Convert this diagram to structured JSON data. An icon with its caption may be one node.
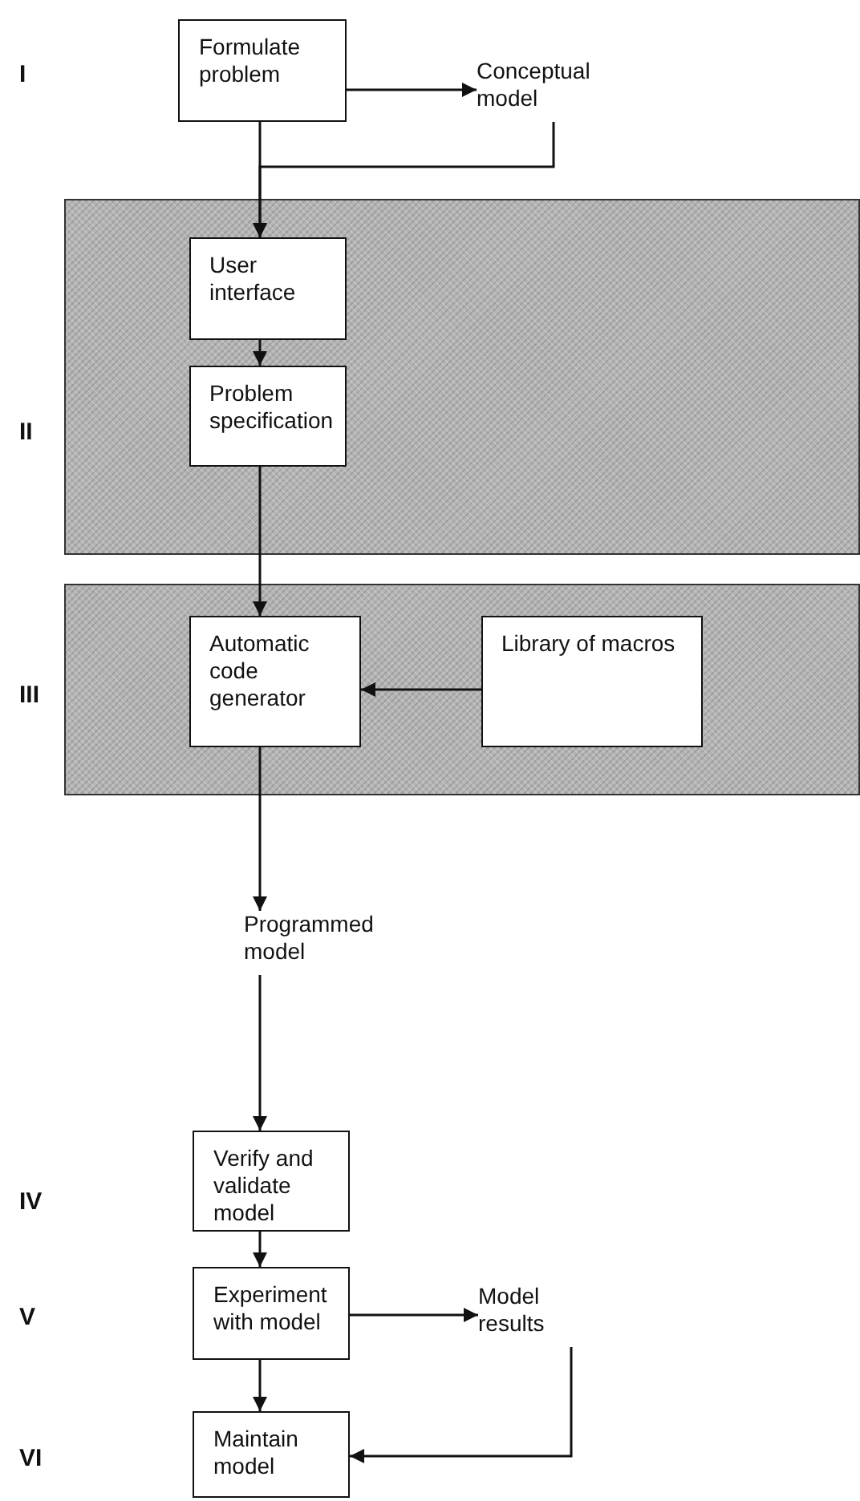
{
  "diagram": {
    "nodes": [
      {
        "text": [
          "Formulate problem"
        ]
      },
      {
        "text": [
          "Conceptual model"
        ]
      },
      {
        "text": [],
        "shape": "box"
      },
      {
        "text": [
          "User interface"
        ],
        "in": 2
      },
      {
        "text": [
          "Problem specification"
        ],
        "in": 2
      },
      {
        "text": [],
        "shape": "box"
      },
      {
        "text": [
          "Automatic code generator"
        ],
        "in": 5
      },
      {
        "text": [
          "Library of macros"
        ],
        "in": 5
      },
      {
        "text": [
          "Programmed model"
        ]
      },
      {
        "text": [
          "Verify and validate model"
        ]
      },
      {
        "text": [
          "Experiment with model"
        ]
      },
      {
        "text": [
          "Model results"
        ]
      },
      {
        "text": [
          "Maintain model"
        ]
      }
    ],
    "edges": [
      {
        "from": 0,
        "to": 1,
        "arrow": "to"
      },
      {
        "from": 0,
        "to": 3,
        "arrow": "to"
      },
      {
        "from": 1,
        "to": 3,
        "arrow": "to"
      },
      {
        "from": 3,
        "to": 4,
        "arrow": "to"
      },
      {
        "from": 4,
        "to": 6,
        "arrow": "to"
      },
      {
        "from": 7,
        "to": 6,
        "arrow": "to"
      },
      {
        "from": 6,
        "to": 8,
        "arrow": "to"
      },
      {
        "from": 8,
        "to": 9,
        "arrow": "to"
      },
      {
        "from": 9,
        "to": 10,
        "arrow": "to"
      },
      {
        "from": 10,
        "to": 11,
        "arrow": "to"
      },
      {
        "from": 10,
        "to": 12,
        "arrow": "to"
      },
      {
        "from": 11,
        "to": 12,
        "arrow": "to"
      }
    ],
    "labels": [
      "I",
      "II",
      "III",
      "IV",
      "V",
      "VI"
    ]
  }
}
